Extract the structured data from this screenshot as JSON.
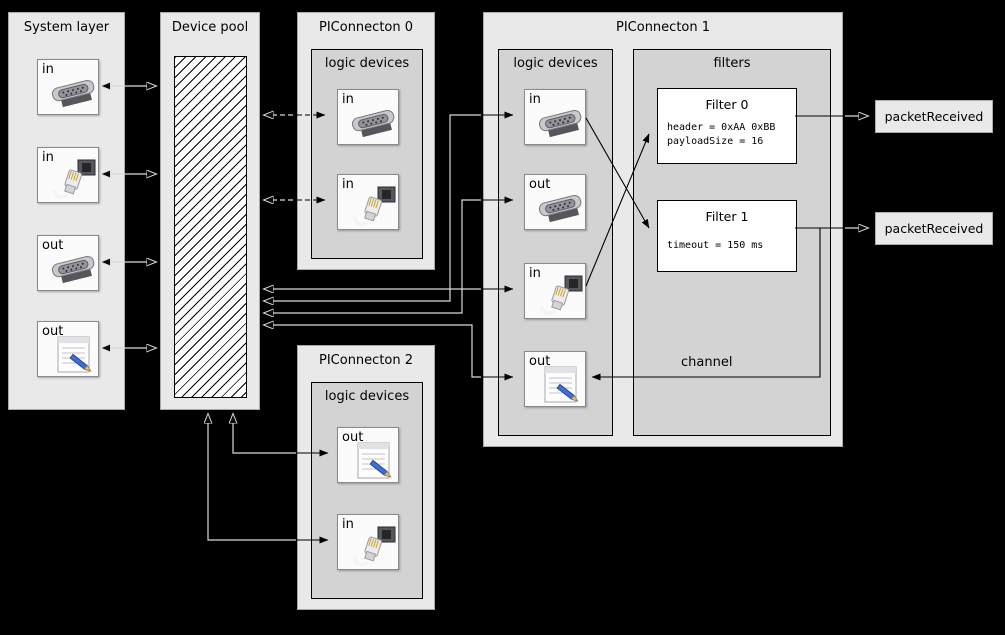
{
  "colors": {
    "background": "#000000",
    "box_fill": "#e9e9e9",
    "group_fill": "#d3d3d3",
    "device_fill": "#fbfbfb",
    "filter_fill": "#ffffff",
    "wire_on_dark": "#d9d9d9",
    "wire_on_light": "#000000"
  },
  "system_layer": {
    "title": "System layer",
    "devices": [
      {
        "label": "in",
        "icon": "serial-port-icon"
      },
      {
        "label": "in",
        "icon": "ethernet-plug-icon"
      },
      {
        "label": "out",
        "icon": "serial-port-icon"
      },
      {
        "label": "out",
        "icon": "notepad-icon"
      }
    ]
  },
  "device_pool": {
    "title": "Device pool"
  },
  "connector0": {
    "title": "PIConnecton 0",
    "group_title": "logic devices",
    "devices": [
      {
        "label": "in",
        "icon": "serial-port-icon"
      },
      {
        "label": "in",
        "icon": "ethernet-plug-icon"
      }
    ]
  },
  "connector1": {
    "title": "PIConnecton 1",
    "logic_group_title": "logic devices",
    "filters_group_title": "filters",
    "devices": [
      {
        "label": "in",
        "icon": "serial-port-icon"
      },
      {
        "label": "out",
        "icon": "serial-port-icon"
      },
      {
        "label": "in",
        "icon": "ethernet-plug-icon"
      },
      {
        "label": "out",
        "icon": "notepad-icon"
      }
    ],
    "filters": [
      {
        "title": "Filter 0",
        "lines": [
          "header = 0xAA 0xBB",
          "payloadSize = 16"
        ]
      },
      {
        "title": "Filter 1",
        "lines": [
          "timeout = 150 ms"
        ]
      }
    ],
    "channel_label": "channel"
  },
  "connector2": {
    "title": "PIConnecton 2",
    "group_title": "logic devices",
    "devices": [
      {
        "label": "out",
        "icon": "notepad-icon"
      },
      {
        "label": "in",
        "icon": "ethernet-plug-icon"
      }
    ]
  },
  "outputs": [
    {
      "label": "packetReceived"
    },
    {
      "label": "packetReceived"
    }
  ]
}
